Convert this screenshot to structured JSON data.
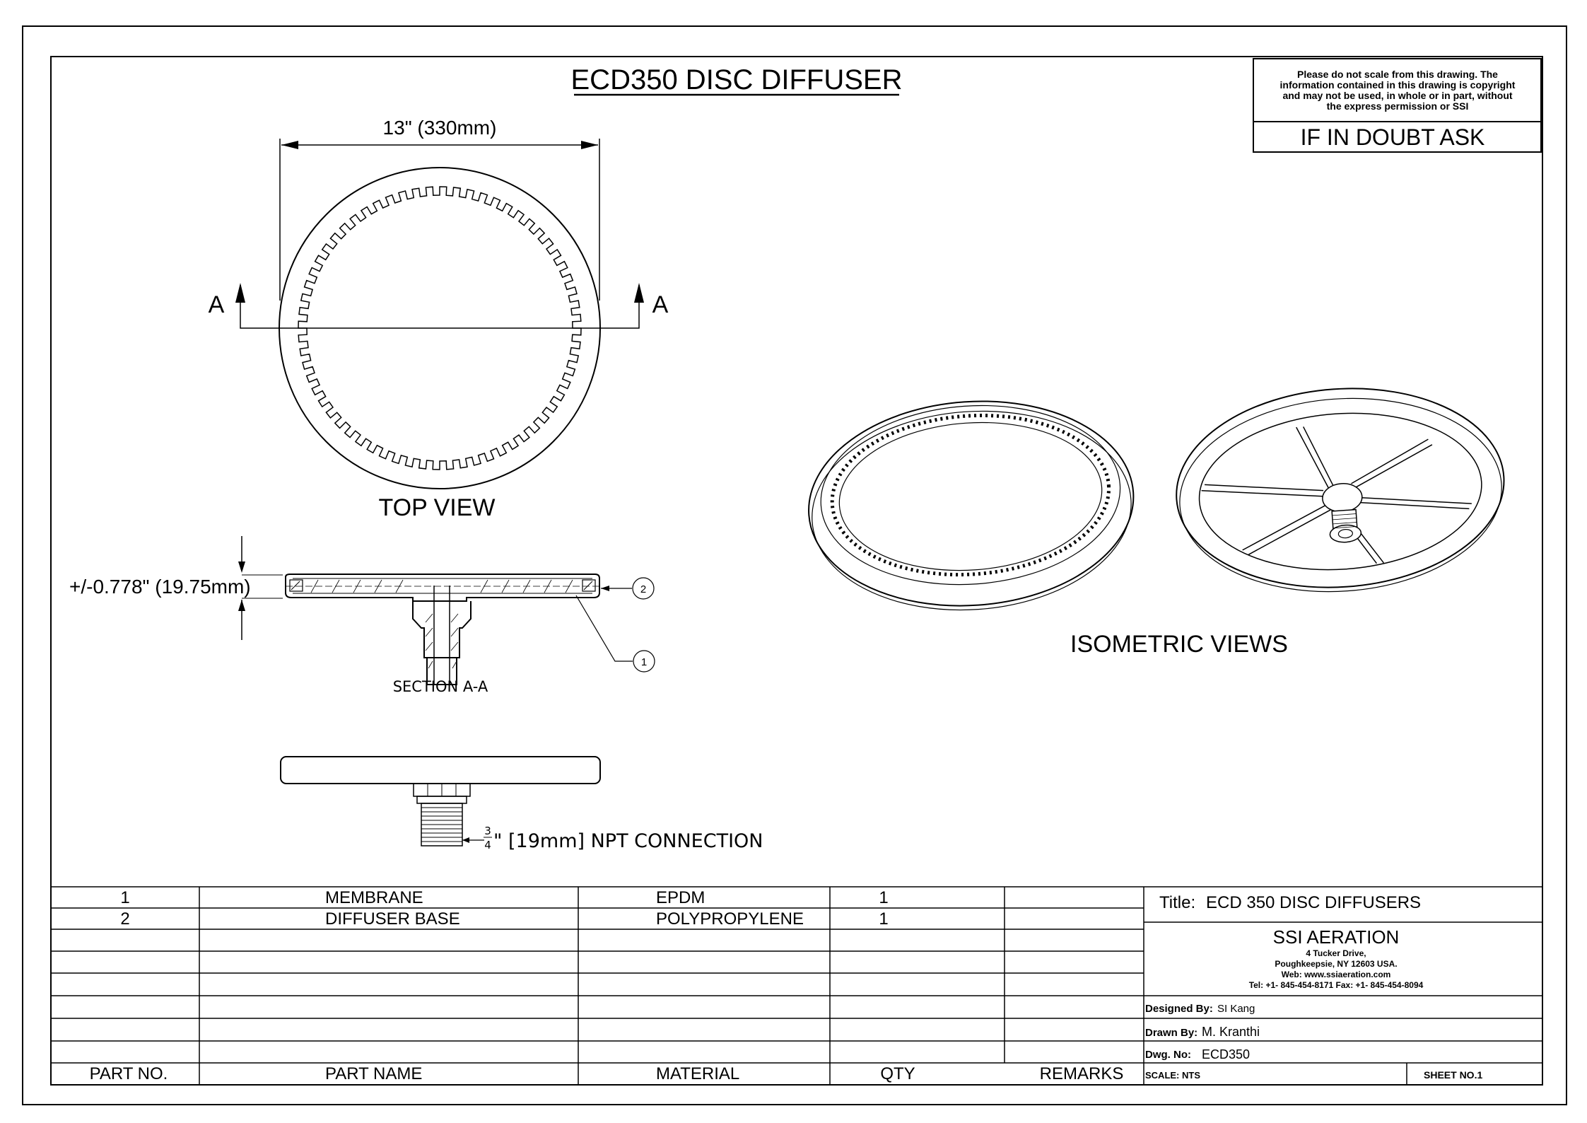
{
  "drawing_title": "ECD350 DISC DIFFUSER",
  "notice": {
    "lines": [
      "Please do not scale from this drawing. The",
      "information contained in this drawing is copyright",
      "and may not be used, in whole or in part, without",
      "the express permission or SSI"
    ],
    "ask": "IF IN DOUBT ASK"
  },
  "top_view": {
    "dimension": "13\" (330mm)",
    "section_mark": "A",
    "label": "TOP VIEW"
  },
  "section": {
    "thickness": "+/-0.778\" (19.75mm)",
    "callout_1": "1",
    "callout_2": "2",
    "label": "SECTION A-A"
  },
  "side_view": {
    "fraction_num": "3",
    "fraction_den": "4",
    "connection": "\" [19mm] NPT CONNECTION"
  },
  "isometric_label": "ISOMETRIC VIEWS",
  "parts_table": {
    "headers": {
      "part_no": "PART NO.",
      "part_name": "PART NAME",
      "material": "MATERIAL",
      "qty": "QTY",
      "remarks": "REMARKS"
    },
    "rows": [
      {
        "part_no": "1",
        "part_name": "MEMBRANE",
        "material": "EPDM",
        "qty": "1",
        "remarks": ""
      },
      {
        "part_no": "2",
        "part_name": "DIFFUSER BASE",
        "material": "POLYPROPYLENE",
        "qty": "1",
        "remarks": ""
      }
    ]
  },
  "title_block": {
    "title_label": "Title:",
    "title": "ECD 350 DISC DIFFUSERS",
    "company": "SSI AERATION",
    "address_1": "4 Tucker Drive,",
    "address_2": "Poughkeepsie, NY 12603 USA.",
    "web": "Web: www.ssiaeration.com",
    "phone": "Tel: +1- 845-454-8171   Fax: +1- 845-454-8094",
    "designed_label": "Designed By:",
    "designed_by": "SI Kang",
    "drawn_label": "Drawn By:",
    "drawn_by": "M. Kranthi",
    "dwg_label": "Dwg. No:",
    "dwg_no": "ECD350",
    "scale": "SCALE: NTS",
    "sheet": "SHEET NO.1"
  }
}
